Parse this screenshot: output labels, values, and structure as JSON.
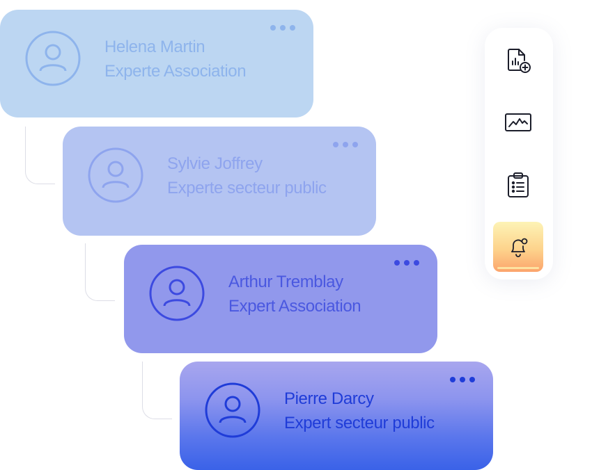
{
  "cards": [
    {
      "name": "Helena Martin",
      "role": "Experte Association"
    },
    {
      "name": "Sylvie Joffrey",
      "role": "Experte secteur public"
    },
    {
      "name": "Arthur Tremblay",
      "role": "Expert Association"
    },
    {
      "name": "Pierre Darcy",
      "role": "Expert secteur public"
    }
  ],
  "toolbar": {
    "icons": [
      "report-add-icon",
      "chart-line-icon",
      "clipboard-list-icon",
      "bell-notification-icon"
    ]
  },
  "colors": {
    "card1": "#bcd6f2",
    "card2": "#b4c4f2",
    "card3": "#9198ec",
    "card4_top": "#a8a6ee",
    "card4_bottom": "#3a62e8",
    "active_tool_top": "#fdf3b6",
    "active_tool_bottom": "#fca46c"
  }
}
